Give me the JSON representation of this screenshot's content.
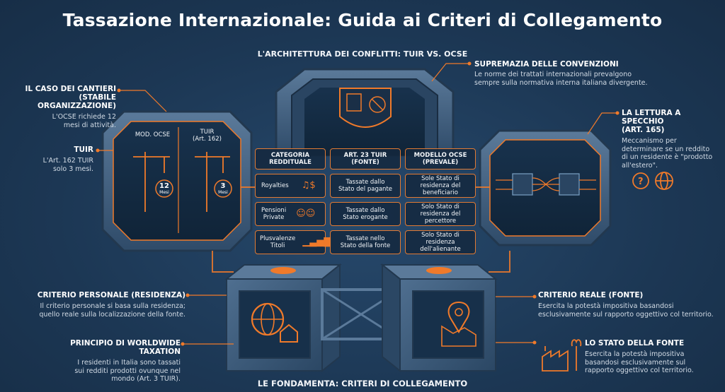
{
  "title": "Tassazione Internazionale: Guida ai Criteri di Collegamento",
  "subtitle": "L'ARCHITETTURA DEI CONFLITTI: TUIR VS. OCSE",
  "footer": "LE FONDAMENTA: CRITERI DI COLLEGAMENTO",
  "left_panel": {
    "col_ocse": "MOD. OCSE",
    "col_tuir_1": "TUIR",
    "col_tuir_2": "(Art. 162)",
    "ocse_num": "12",
    "ocse_unit": "Mesi",
    "tuir_num": "3",
    "tuir_unit": "Mesi"
  },
  "annotations": {
    "cantieri": {
      "heading_1": "IL CASO DEI CANTIERI",
      "heading_2": "(STABILE ORGANIZZAZIONE)",
      "body_1": "L'OCSE richiede 12",
      "body_2": "mesi di attività."
    },
    "tuir": {
      "heading": "TUIR",
      "body_1": "L'Art. 162 TUIR",
      "body_2": "solo 3 mesi."
    },
    "supremazia": {
      "heading": "SUPREMAZIA DELLE CONVENZIONI",
      "body_1": "Le norme dei trattati internazionali prevalgono",
      "body_2": "sempre sulla normativa interna italiana divergente."
    },
    "specchio": {
      "heading_1": "LA LETTURA A SPECCHIO",
      "heading_2": "(ART. 165)",
      "body_1": "Meccanismo per",
      "body_2": "determinare se un reddito",
      "body_3": "di un residente è \"prodotto",
      "body_4": "all'estero\"."
    },
    "personale": {
      "heading": "CRITERIO PERSONALE (RESIDENZA)",
      "body_1": "Il criterio personale si basa sulla residenza;",
      "body_2": "quello reale sulla localizzazione della fonte."
    },
    "worldwide": {
      "heading": "PRINCIPIO DI WORLDWIDE TAXATION",
      "body_1": "I residenti in Italia sono tassati",
      "body_2": "sui redditi prodotti ovunque nel",
      "body_3": "mondo (Art. 3 TUIR)."
    },
    "reale": {
      "heading": "CRITERIO REALE (FONTE)",
      "body_1": "Esercita la potestà impositiva basandosi",
      "body_2": "esclusivamente sul rapporto oggettivo col territorio."
    },
    "stato_fonte": {
      "heading": "LO STATO DELLA FONTE",
      "body_1": "Esercita la potestà impositiva",
      "body_2": "basandosi esclusivamente sul",
      "body_3": "rapporto oggettivo col territorio."
    }
  },
  "table": {
    "headers": [
      {
        "l1": "CATEGORIA",
        "l2": "REDDITUALE"
      },
      {
        "l1": "ART. 23 TUIR",
        "l2": "(FONTE)"
      },
      {
        "l1": "MODELLO OCSE",
        "l2": "(PREVALE)"
      }
    ],
    "rows": [
      {
        "cat_1": "Royalties",
        "cat_2": "",
        "tuir_1": "Tassate dallo",
        "tuir_2": "Stato del pagante",
        "tuir_3": "",
        "ocse_1": "Sole Stato di",
        "ocse_2": "residenza del",
        "ocse_3": "beneficiario"
      },
      {
        "cat_1": "Pensioni",
        "cat_2": "Private",
        "tuir_1": "Tassate dallo",
        "tuir_2": "Stato erogante",
        "tuir_3": "",
        "ocse_1": "Solo Stato di",
        "ocse_2": "residenza del",
        "ocse_3": "percettore"
      },
      {
        "cat_1": "Plusvalenze",
        "cat_2": "Titoli",
        "tuir_1": "Tassate nello",
        "tuir_2": "Stato della fonte",
        "tuir_3": "",
        "ocse_1": "Solo Stato di",
        "ocse_2": "residenza",
        "ocse_3": "dell'alienante"
      }
    ]
  },
  "colors": {
    "accent": "#f07a2a",
    "background": "#1d3a57",
    "frame": "#3e5f80"
  }
}
